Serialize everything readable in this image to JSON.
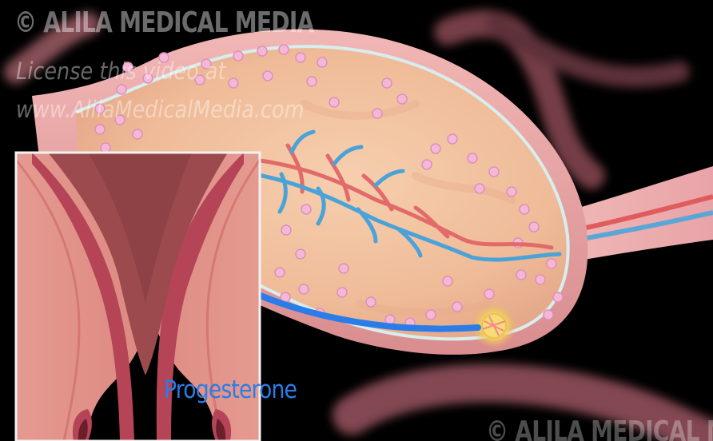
{
  "watermarks": {
    "brand_top": "© ALILA MEDICAL MEDIA",
    "license_line": "License this video at",
    "url_line": "www.AlilaMedicalMedia.com",
    "brand_bottom": "© ALILA MEDICAL MEDIA"
  },
  "annotation": {
    "hormone_label": "Progesterone"
  },
  "colors": {
    "background": "#000000",
    "ovary_tissue": "#f2c3a0",
    "ovary_rim": "#e6a2a0",
    "capsule_line": "#d6ecec",
    "follicle": "#f3b4d4",
    "artery": "#e06666",
    "vein": "#4aa3d8",
    "corpus_luteum": "#f2d06a",
    "uterus_outer": "#d87a7a",
    "uterus_lining": "#b03f4f",
    "arrow": "#2a7de8"
  }
}
